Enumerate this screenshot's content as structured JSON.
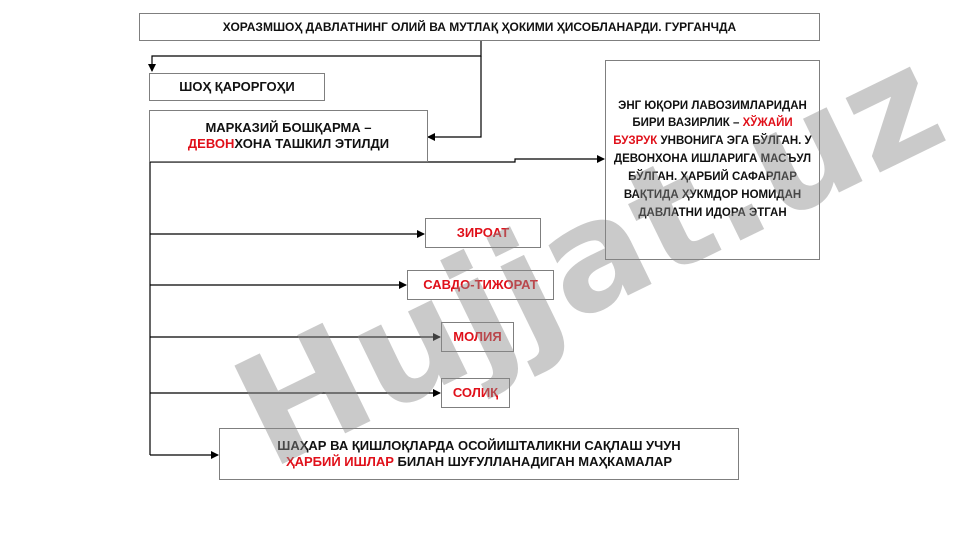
{
  "title": "ХОРАЗМШОҲ ДАВЛАТНИНГ ОЛИЙ ВА МУТЛАҚ ҲОКИМИ ҲИСОБЛАНАРДИ. ГУРГАНЧДА",
  "shah_court": "ШОҲ ҚАРОРГОҲИ",
  "central": {
    "line1": "МАРКАЗИЙ БОШҚАРМА –",
    "highlight": "ДЕВОН",
    "rest": "ХОНА ТАШКИЛ ЭТИЛДИ"
  },
  "vizier": {
    "part1": "ЭНГ ЮҚОРИ ЛАВОЗИМЛАРИДАН БИРИ ВАЗИРЛИК – ",
    "highlight": "ХЎЖАЙИ БУЗРУК",
    "part2": " УНВОНИГА ЭГА БЎЛГАН. У ДЕВОНХОНА ИШЛАРИГА МАСЪУЛ БЎЛГАН. ҲАРБИЙ САФАРЛАР ВАҚТИДА ҲУКМДОР НОМИДАН ДАВЛАТНИ ИДОРА ЭТГАН"
  },
  "departments": [
    "ЗИРОАТ",
    "САВДО-ТИЖОРАТ",
    "МОЛИЯ",
    "СОЛИҚ"
  ],
  "military": {
    "line1": "ШАҲАР ВА ҚИШЛОҚЛАРДА ОСОЙИШТАЛИКНИ САҚЛАШ УЧУН",
    "highlight": "ҲАРБИЙ ИШЛАР",
    "rest": " БИЛАН ШУҒУЛЛАНАДИГАН МАҲКАМАЛАР"
  },
  "watermark": "Hujjat.uz",
  "colors": {
    "accent_red": "#e0101a",
    "border": "#7f7f7f",
    "watermark": "#8c8c8c",
    "watermark_accent": "#9b6fd6"
  }
}
